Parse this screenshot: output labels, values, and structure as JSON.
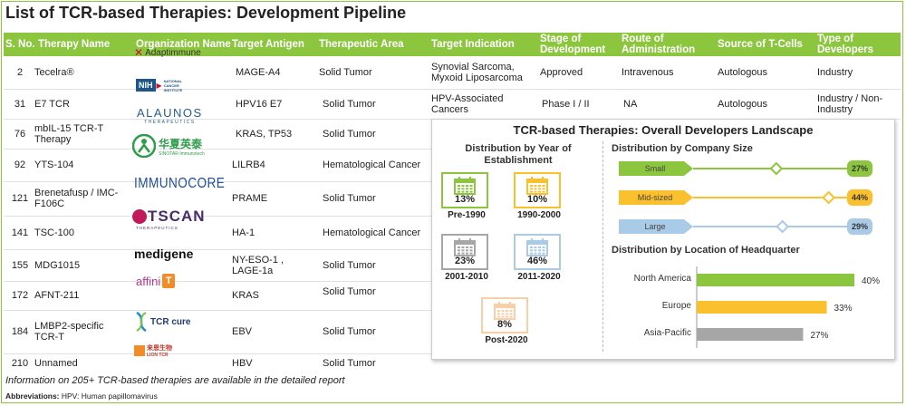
{
  "title": "List of TCR-based Therapies: Development Pipeline",
  "table": {
    "headers": [
      "S. No.",
      "Therapy Name",
      "Organization Name",
      "Target Antigen",
      "Therapeutic Area",
      "Target Indication",
      "Stage of Development",
      "Route of Administration",
      "Source of T-Cells",
      "Type of Developers"
    ],
    "rows": [
      {
        "sno": "2",
        "name": "Tecelra®",
        "org": "Adaptimmune",
        "antigen": "MAGE-A4",
        "area": "Solid Tumor",
        "indication": "Synovial Sarcoma, Myxoid Liposarcoma",
        "stage": "Approved",
        "route": "Intravenous",
        "source": "Autologous",
        "developer": "Industry"
      },
      {
        "sno": "31",
        "name": "E7 TCR",
        "org": "NIH National Cancer Institute",
        "antigen": "HPV16 E7",
        "area": "Solid Tumor",
        "indication": "HPV-Associated Cancers",
        "stage": "Phase I / II",
        "route": "NA",
        "source": "Autologous",
        "developer": "Industry / Non-Industry"
      },
      {
        "sno": "76",
        "name": "mbIL-15 TCR-T Therapy",
        "org": "Alaunos Therapeutics",
        "antigen": "KRAS, TP53",
        "area": "Solid Tumor"
      },
      {
        "sno": "92",
        "name": "YTS-104",
        "org": "Sinotar Immunotech",
        "antigen": "LILRB4",
        "area": "Hematological Cancer"
      },
      {
        "sno": "121",
        "name": "Brenetafusp / IMC-F106C",
        "org": "Immunocore",
        "antigen": "PRAME",
        "area": "Solid Tumor"
      },
      {
        "sno": "141",
        "name": "TSC-100",
        "org": "TScan Therapeutics",
        "antigen": "HA-1",
        "area": "Hematological Cancer"
      },
      {
        "sno": "155",
        "name": "MDG1015",
        "org": "medigene",
        "antigen": "NY-ESO-1 , LAGE-1a",
        "area": "Solid Tumor"
      },
      {
        "sno": "172",
        "name": "AFNT-211",
        "org": "affini-T",
        "antigen": "KRAS",
        "area": "Solid Tumor"
      },
      {
        "sno": "184",
        "name": "LMBP2-specific TCR-T",
        "org": "TCRcure",
        "antigen": "EBV",
        "area": "Solid Tumor"
      },
      {
        "sno": "210",
        "name": "Unnamed",
        "org": "Lion TCR",
        "antigen": "HBV",
        "area": "Solid Tumor"
      }
    ]
  },
  "logos": {
    "adaptimmune": "Adaptimmune",
    "nih_main": "NIH",
    "nih_sub": "NATIONAL CANCER INSTITUTE",
    "alaunos_main": "ALAUNOS",
    "alaunos_sub": "THERAPEUTICS",
    "sinotar_cn": "华夏英泰",
    "sinotar_en": "SINOTAR Immunotech",
    "immunocore": "IMMUNOCORE",
    "tscan_main": "TSCAN",
    "tscan_sub": "THERAPEUTICS",
    "medigene": "medigene",
    "affini": "affini",
    "tcrcure": "TCR cure",
    "lion_cn": "来恩生物",
    "lion_en": "LION TCR"
  },
  "footer": {
    "note": "Information on 205+ TCR-based therapies are available in the detailed report",
    "abbr_label": "Abbreviations:",
    "abbr_text": " HPV: Human papillomavirus"
  },
  "colors": {
    "green": "#8cc63f",
    "orange": "#fbc02d",
    "blue": "#a9cbe8",
    "gray": "#a6a6a6",
    "peach": "#f9cfa6"
  },
  "chart_data": [
    {
      "type": "bar",
      "title": "Distribution by Year of Establishment",
      "categories": [
        "Pre-1990",
        "1990-2000",
        "2001-2010",
        "2011-2020",
        "Post-2020"
      ],
      "values": [
        13,
        10,
        23,
        46,
        8
      ],
      "value_labels": [
        "13%",
        "10%",
        "23%",
        "46%",
        "8%"
      ]
    },
    {
      "type": "bar",
      "title": "Distribution by Company Size",
      "categories": [
        "Small",
        "Mid-sized",
        "Large"
      ],
      "values": [
        27,
        44,
        29
      ],
      "value_labels": [
        "27%",
        "44%",
        "29%"
      ]
    },
    {
      "type": "bar",
      "title": "Distribution by Location of Headquarter",
      "categories": [
        "North America",
        "Europe",
        "Asia-Pacific"
      ],
      "values": [
        40,
        33,
        27
      ],
      "value_labels": [
        "40%",
        "33%",
        "27%"
      ],
      "xlim": [
        0,
        40
      ]
    }
  ],
  "panel_title": "TCR-based Therapies: Overall Developers Landscape"
}
